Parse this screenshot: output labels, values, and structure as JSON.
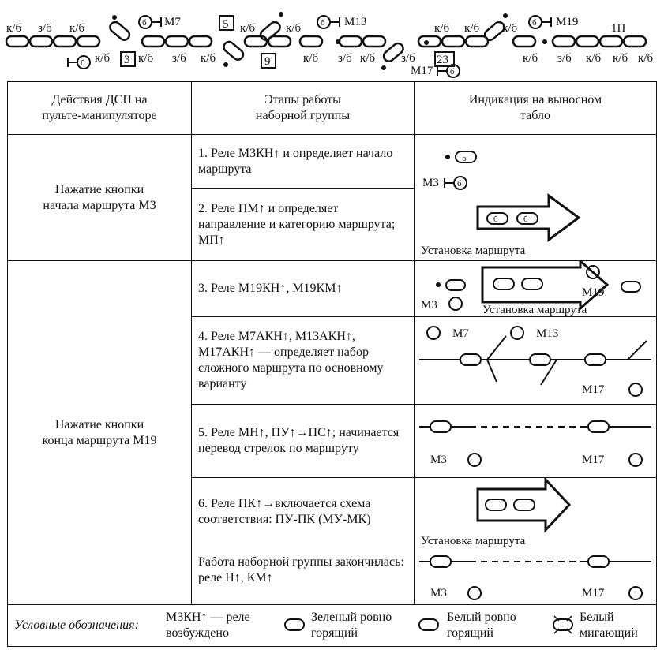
{
  "top_scheme": {
    "labels_top": [
      "к/б",
      "з/б",
      "к/б",
      "М7",
      "5",
      "к/б",
      "к/б",
      "М13",
      "к/б",
      "к/б",
      "к/б",
      "М19",
      "1П"
    ],
    "labels_bottom": [
      "к/б",
      "3",
      "к/б",
      "з/б",
      "к/б",
      "9",
      "к/б",
      "з/б",
      "к/б",
      "з/б",
      "23",
      "к/б",
      "з/б",
      "к/б",
      "к/б",
      "к/б"
    ],
    "signal_m17": "М17"
  },
  "table": {
    "headers": [
      "Действия ДСП на пульте-манипуляторе",
      "Этапы работы наборной группы",
      "Индикация на выносном табло"
    ],
    "actions": [
      "Нажатие кнопки начала маршрута М3",
      "Нажатие кнопки конца маршрута М19"
    ],
    "stages": [
      "1. Реле М3КН↑ и определяет начало маршрута",
      "2. Реле ПМ↑ и определяет направление и категорию маршрута; МП↑",
      "3. Реле М19КН↑, М19КМ↑",
      "4. Реле М7АКН↑, М13АКН↑, М17АКН↑ — определяет набор сложного маршрута по основному варианту",
      "5. Реле МН↑, ПУ↑→ПС↑; начинается перевод стрелок по маршруту",
      "6. Реле ПК↑→включается схема соответствия: ПУ-ПК (МУ-МК)",
      "Работа наборной группы закончилась: реле Н↑, КМ↑"
    ],
    "indication": {
      "m3": "М3",
      "m7": "М7",
      "m13": "М13",
      "m17": "М17",
      "m19": "М19",
      "route_setup": "Установка маршрута",
      "z": "з",
      "b": "б"
    }
  },
  "legend": {
    "title": "Условные обозначения",
    "relay_text_1": "М3КН↑ — реле",
    "relay_text_2": "возбуждено",
    "green_1": "Зеленый ровно",
    "green_2": "горящий",
    "white_1": "Белый ровно",
    "white_2": "горящий",
    "blink_1": "Белый",
    "blink_2": "мигающий"
  }
}
